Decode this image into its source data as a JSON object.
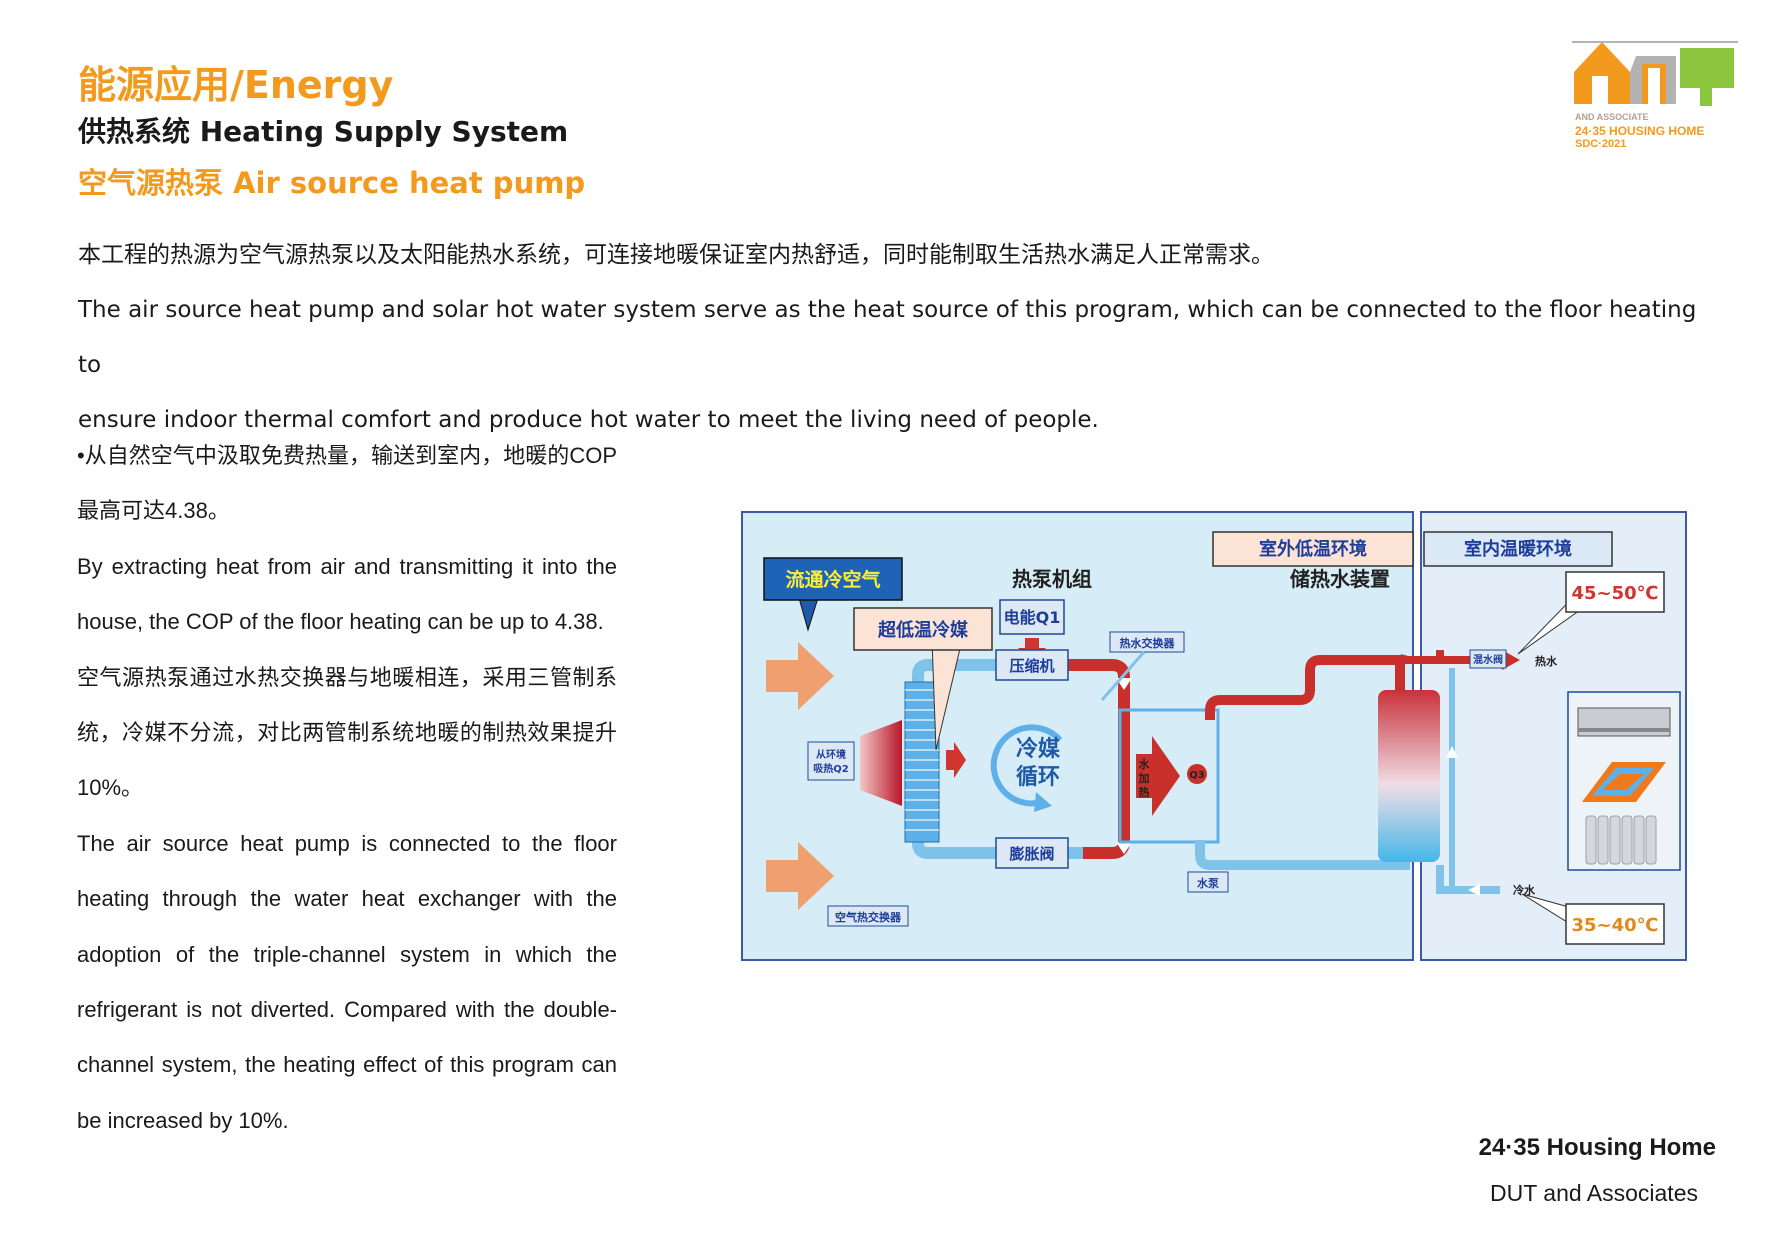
{
  "header": {
    "title": "能源应用/Energy",
    "subtitle": "供热系统  Heating Supply System",
    "section": "空气源热泵 Air source heat pump"
  },
  "logo": {
    "line1": "AND ASSOCIATE",
    "line2": "24·35  HOUSING HOME",
    "line3": "SDC·2021",
    "colors": {
      "orange": "#f39a1e",
      "green": "#8cc63f",
      "gray": "#b3b3b3"
    }
  },
  "intro": {
    "cn": "本工程的热源为空气源热泵以及太阳能热水系统，可连接地暖保证室内热舒适，同时能制取生活热水满足人正常需求。",
    "en1": "The air source heat pump and solar hot water system serve as the heat source of this program, which can be connected to the floor heating to",
    "en2": "ensure indoor thermal comfort and produce hot water to meet the living need of people."
  },
  "left": {
    "p1_cn": "•从自然空气中汲取免费热量，输送到室内，地暖的COP最高可达4.38。",
    "p1_en": "By extracting heat from air and transmitting it into the house, the COP of the floor heating can be up to 4.38.",
    "p2_cn": "空气源热泵通过水热交换器与地暖相连，采用三管制系统，冷媒不分流，对比两管制系统地暖的制热效果提升10%。",
    "p2_en": "The air source heat pump is connected to the floor heating through the water heat exchanger with the adoption of  the triple-channel system in which the refrigerant  is  not  diverted.  Compared  with  the double-channel  system,  the heating  effect  of  this program can be increased by 10%."
  },
  "diagram": {
    "outdoor_env": "室外低温环境",
    "indoor_env": "室内温暖环境",
    "cold_air": "流通冷空气",
    "heat_pump_unit": "热泵机组",
    "storage": "储热水装置",
    "electric": "电能Q1",
    "ultra_low_refrigerant": "超低温冷媒",
    "compressor": "压缩机",
    "water_hx": "热水交换器",
    "ambient_heat_1": "从环境",
    "ambient_heat_2": "吸热Q2",
    "refrigerant_cycle_1": "冷媒",
    "refrigerant_cycle_2": "循环",
    "water_heating": "水加热",
    "q3": "Q3",
    "expansion_valve": "膨胀阀",
    "air_hx": "空气热交换器",
    "water_pump": "水泵",
    "mixing_valve": "混水阀",
    "hot_water": "热水",
    "cold_water": "冷水",
    "temp_hot": "45~50℃",
    "temp_cold": "35~40℃",
    "colors": {
      "bg": "#d6ecf7",
      "border": "#3a5aa8",
      "hot": "#c9302c",
      "cold": "#7fc3ea",
      "orange": "#f0a070"
    }
  },
  "footer": {
    "title": "24·35 Housing Home",
    "subtitle": "DUT and Associates"
  }
}
